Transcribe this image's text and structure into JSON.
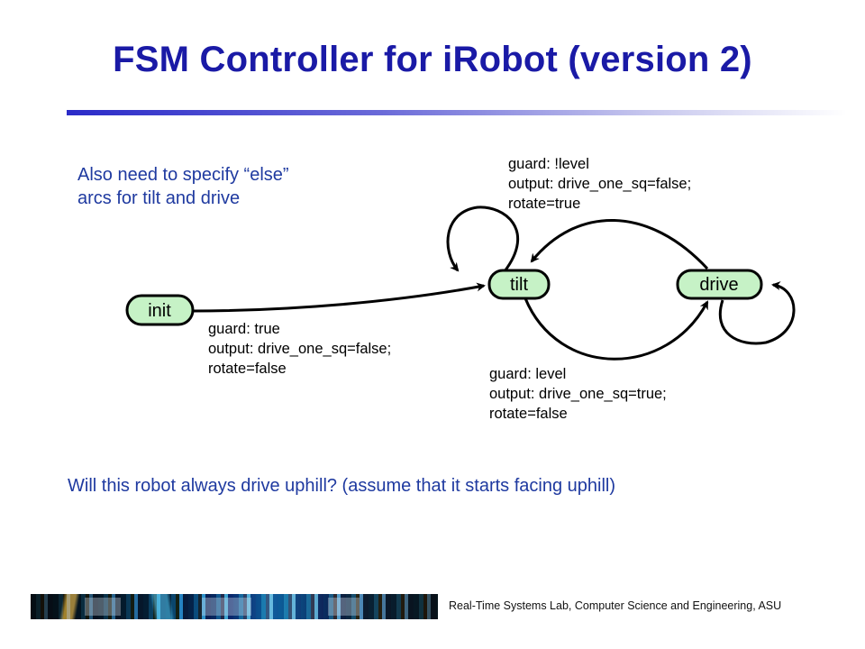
{
  "slide": {
    "title": "FSM Controller for iRobot (version 2)",
    "note": "Also need to specify “else” arcs for tilt and drive",
    "question": "Will this robot always drive uphill? (assume that it starts facing uphill)",
    "footer": "Real-Time Systems Lab, Computer Science and Engineering, ASU"
  },
  "diagram": {
    "states": {
      "init": "init",
      "tilt": "tilt",
      "drive": "drive"
    },
    "transitions": {
      "init_to_tilt": {
        "guard": "guard: true",
        "output": "output: drive_one_sq=false;",
        "extra": "rotate=false"
      },
      "drive_to_tilt": {
        "guard": "guard: !level",
        "output": "output: drive_one_sq=false;",
        "extra": "rotate=true"
      },
      "tilt_to_drive": {
        "guard": "guard: level",
        "output": "output: drive_one_sq=true;",
        "extra": "rotate=false"
      }
    },
    "colors": {
      "state_fill": "#c6f2c6",
      "title": "#1a1aa6",
      "text": "#1f3aa0"
    }
  }
}
